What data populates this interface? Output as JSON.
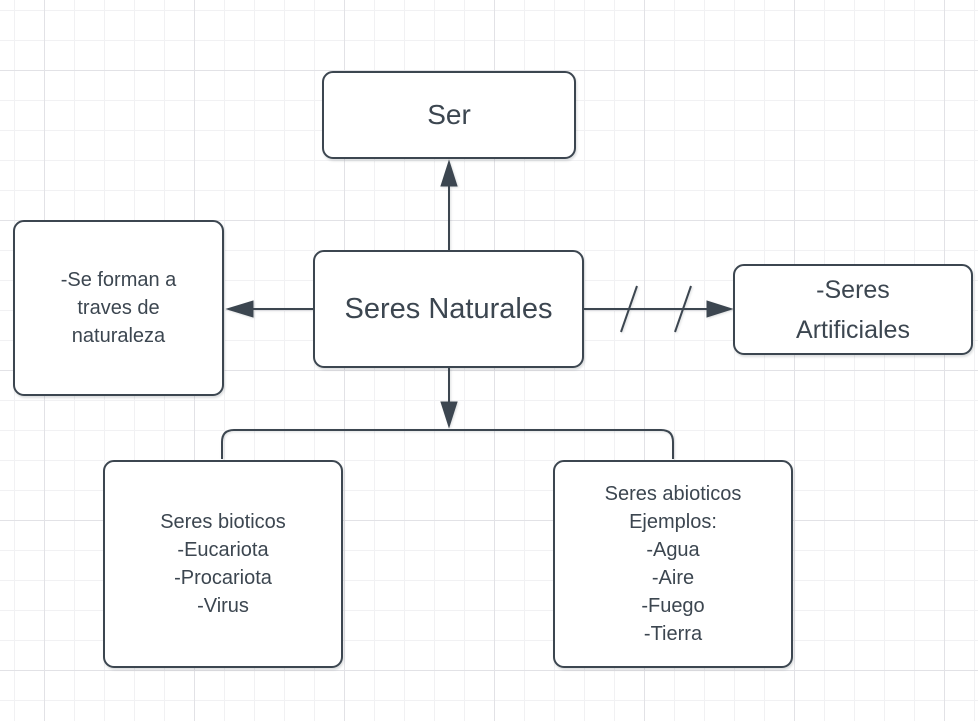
{
  "diagram": {
    "title": "Concept map: Seres Naturales",
    "nodes": {
      "ser": {
        "label": "Ser"
      },
      "seres_naturales": {
        "label": "Seres Naturales"
      },
      "formacion_note": {
        "label": "-Se forman a\ntraves de\nnaturaleza"
      },
      "seres_artificiales": {
        "label": "-Seres\nArtificiales"
      },
      "seres_bioticos": {
        "label": "Seres bioticos\n-Eucariota\n-Procariota\n-Virus"
      },
      "seres_abioticos": {
        "label": "Seres abioticos\nEjemplos:\n-Agua\n-Aire\n-Fuego\n-Tierra"
      }
    },
    "edges": [
      {
        "id": "naturales-to-ser",
        "from": "seres_naturales",
        "to": "ser",
        "style": "solid-arrow-up"
      },
      {
        "id": "naturales-to-note",
        "from": "seres_naturales",
        "to": "formacion_note",
        "style": "solid-arrow-left"
      },
      {
        "id": "naturales-to-artificiales",
        "from": "seres_naturales",
        "to": "seres_artificiales",
        "style": "solid-arrow-right-with-double-slash"
      },
      {
        "id": "naturales-to-branch",
        "from": "seres_naturales",
        "to": "branch_bracket",
        "style": "solid-arrow-down"
      },
      {
        "id": "branch-bracket",
        "from": "branch_bracket",
        "to": "seres_bioticos, seres_abioticos",
        "style": "square-bracket"
      }
    ],
    "colors": {
      "stroke": "#3c4650",
      "text": "#3c4650",
      "node_fill": "#ffffff",
      "canvas_background": "#ffffff",
      "grid_minor": "#f1f1f3",
      "grid_major": "#e2e2e6"
    }
  }
}
